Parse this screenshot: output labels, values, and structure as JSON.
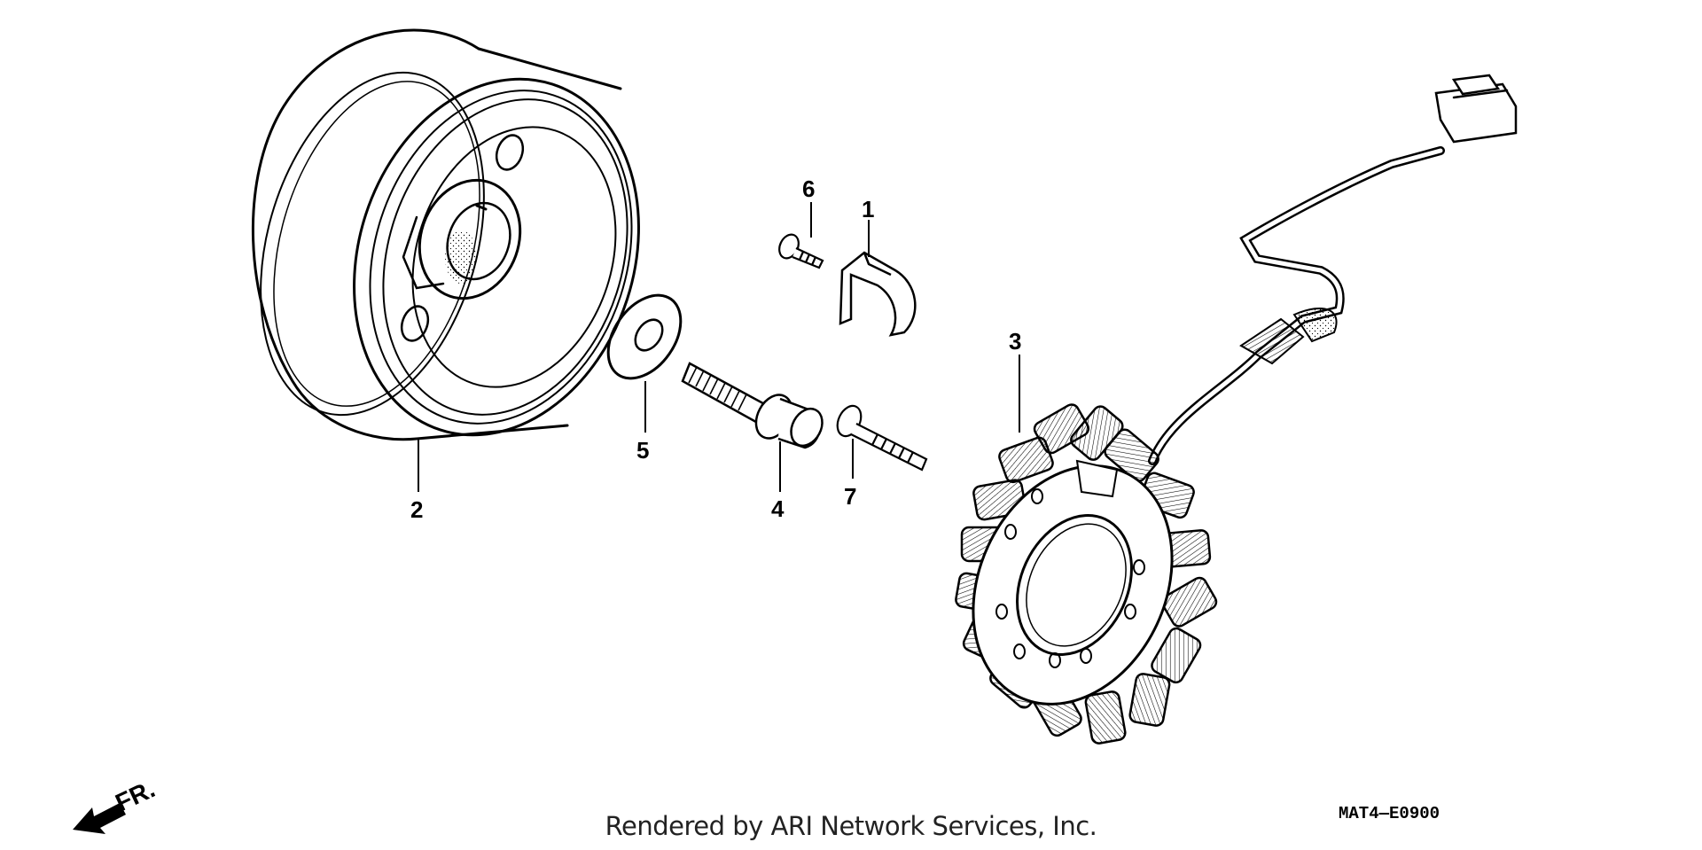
{
  "callouts": {
    "c1": "1",
    "c2": "2",
    "c3": "3",
    "c4": "4",
    "c5": "5",
    "c6": "6",
    "c7": "7"
  },
  "direction": {
    "label": "FR."
  },
  "footer": {
    "rendered_by": "Rendered by ARI Network Services, Inc.",
    "diagram_code": "MAT4—E0900"
  }
}
